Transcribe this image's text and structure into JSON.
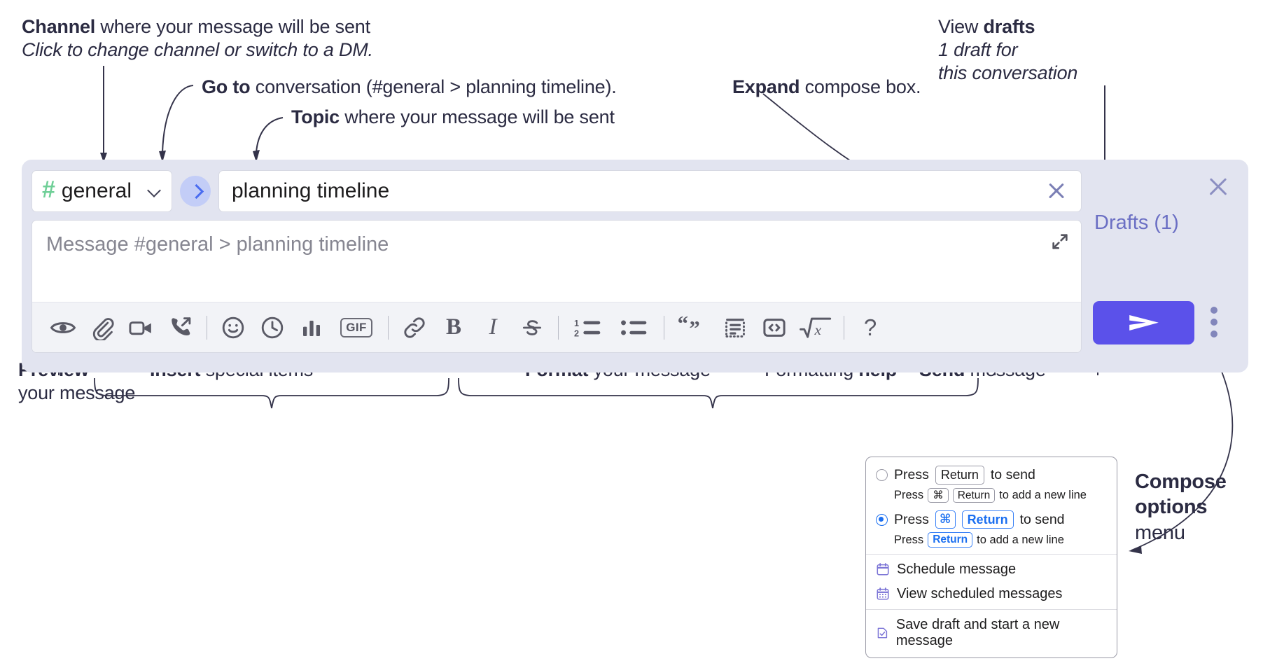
{
  "annotations": {
    "channel": {
      "bold": "Channel",
      "rest": " where your message will be sent",
      "italic": "Click to change channel or switch to a DM."
    },
    "goto": {
      "bold": "Go to",
      "rest": " conversation (#general > planning timeline)."
    },
    "topic": {
      "bold": "Topic",
      "rest": " where your message will be sent"
    },
    "expand": {
      "bold": "Expand",
      "rest": " compose box."
    },
    "drafts": {
      "lead": "View ",
      "bold": "drafts",
      "italic1": "1 draft for",
      "italic2": "this conversation"
    },
    "preview": {
      "bold": "Preview",
      "rest": "your message"
    },
    "insert": {
      "bold": "Insert",
      "rest": " special items"
    },
    "format": {
      "bold": "Format",
      "rest": " your message"
    },
    "help": {
      "lead": "Formatting ",
      "bold": "help"
    },
    "send": {
      "bold": "Send",
      "rest": " message"
    },
    "compose_options": {
      "bold1": "Compose",
      "bold2": "options",
      "rest": "menu"
    }
  },
  "compose": {
    "channel_name": "general",
    "hash_symbol": "#",
    "topic_value": "planning timeline",
    "message_placeholder": "Message #general > planning timeline",
    "drafts_label": "Drafts (1)",
    "toolbar": [
      {
        "name": "preview-icon",
        "label": "Preview"
      },
      {
        "name": "attachment-icon",
        "label": "Attach file"
      },
      {
        "name": "video-icon",
        "label": "Video clip"
      },
      {
        "name": "audio-call-icon",
        "label": "Audio clip"
      },
      {
        "sep": true
      },
      {
        "name": "emoji-icon",
        "label": "Emoji"
      },
      {
        "name": "clock-icon",
        "label": "Reminder"
      },
      {
        "name": "poll-icon",
        "label": "Poll"
      },
      {
        "name": "gif-icon",
        "label": "GIF"
      },
      {
        "sep": true
      },
      {
        "name": "link-icon",
        "label": "Link"
      },
      {
        "name": "bold-icon",
        "label": "B"
      },
      {
        "name": "italic-icon",
        "label": "I"
      },
      {
        "name": "strikethrough-icon",
        "label": "Strikethrough"
      },
      {
        "sep": true
      },
      {
        "name": "ordered-list-icon",
        "label": "Ordered list"
      },
      {
        "name": "bulleted-list-icon",
        "label": "Bulleted list"
      },
      {
        "sep": true
      },
      {
        "name": "blockquote-icon",
        "label": "Blockquote"
      },
      {
        "name": "code-block-icon",
        "label": "Code block"
      },
      {
        "name": "inline-code-icon",
        "label": "Inline code"
      },
      {
        "name": "math-icon",
        "label": "Math"
      },
      {
        "sep": true
      },
      {
        "name": "help-icon",
        "label": "?"
      }
    ]
  },
  "popup": {
    "option1": {
      "press": "Press",
      "key": "Return",
      "tail": "to send",
      "sub_press": "Press",
      "sub_key1": "⌘",
      "sub_key2": "Return",
      "sub_tail": "to add a new line",
      "selected": false
    },
    "option2": {
      "press": "Press",
      "key1": "⌘",
      "key2": "Return",
      "tail": "to send",
      "sub_press": "Press",
      "sub_key": "Return",
      "sub_tail": "to add a new line",
      "selected": true
    },
    "items": [
      {
        "icon": "calendar-icon",
        "label": "Schedule message"
      },
      {
        "icon": "calendar-grid-icon",
        "label": "View scheduled messages"
      },
      {
        "icon": "save-draft-icon",
        "label": "Save draft and start a new message"
      }
    ]
  },
  "colors": {
    "compose_bg": "#e2e4f0",
    "send_button": "#5b51ea",
    "hash_green": "#6fcf97",
    "goto_blue": "#4a6cf0",
    "drafts_purple": "#6b6fc4",
    "accent_blue": "#1b6ff0"
  }
}
